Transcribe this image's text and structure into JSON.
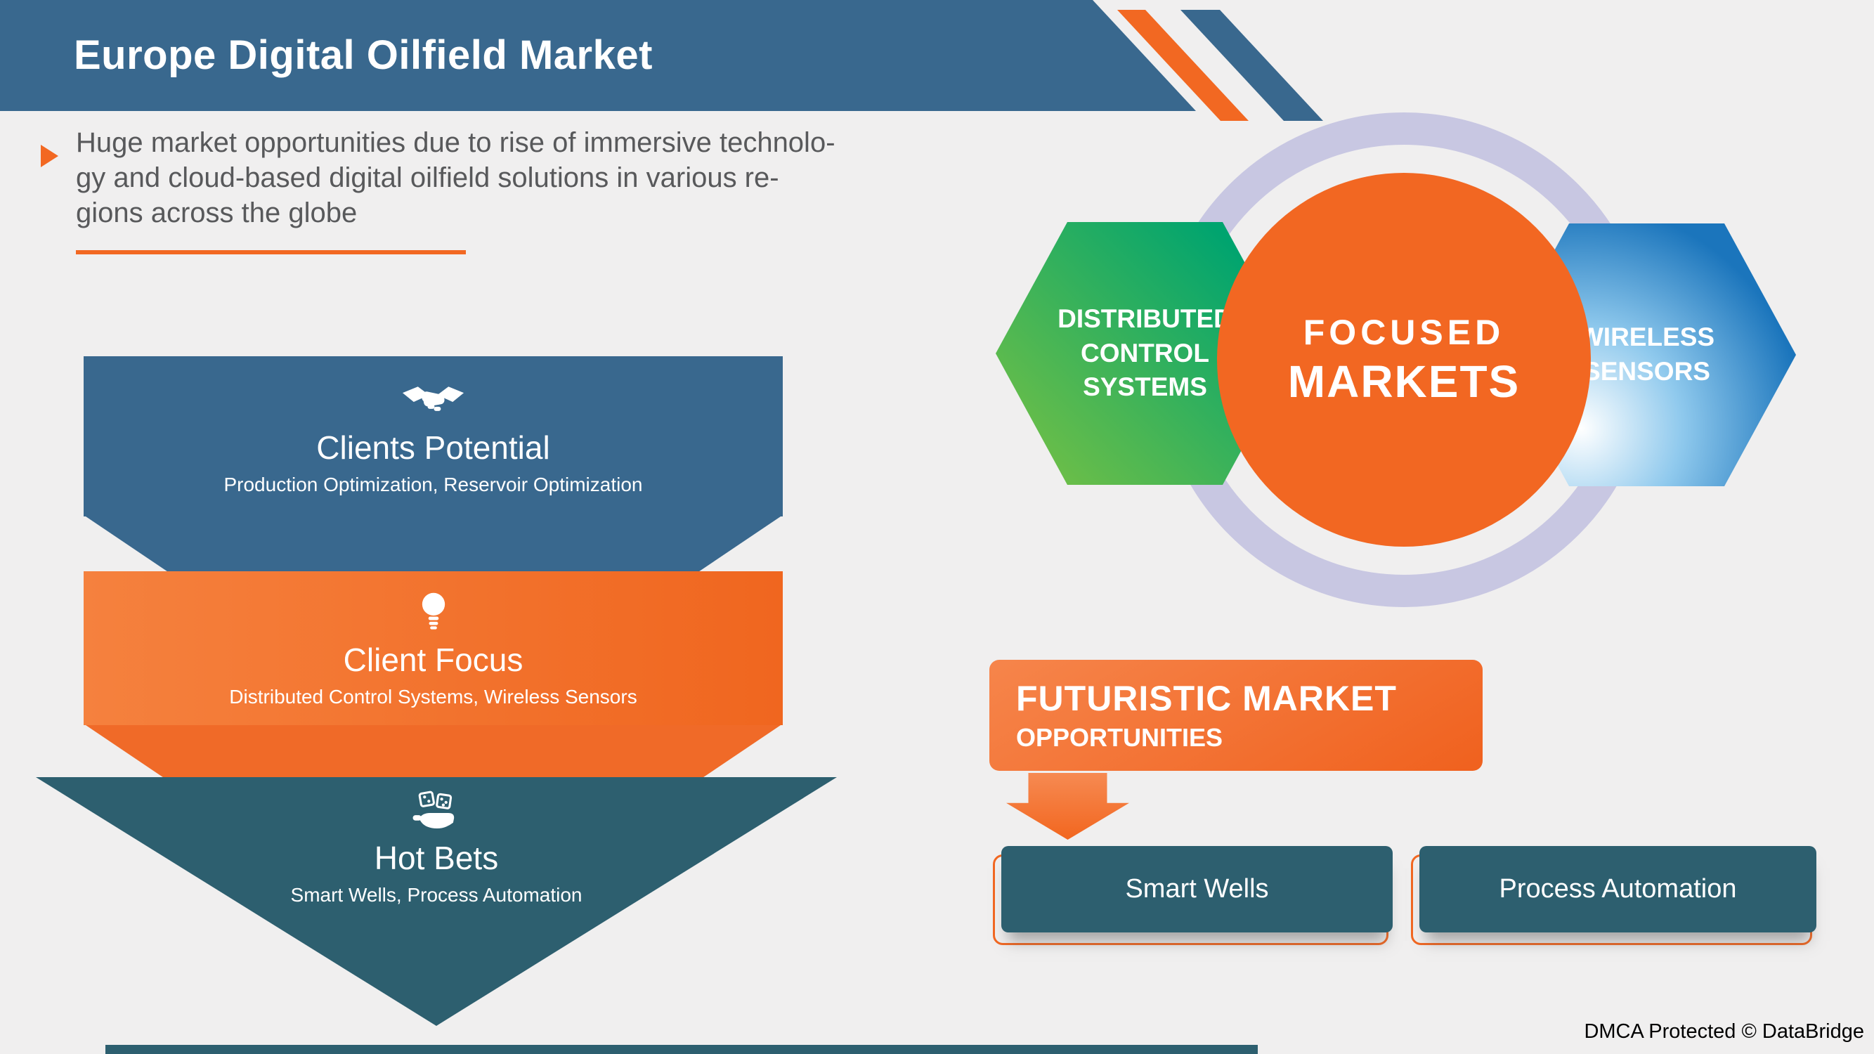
{
  "header": {
    "title": "Europe Digital Oilfield Market"
  },
  "intro": {
    "text": "Huge market opportunities due to rise of immersive technolo-\ngy and cloud-based digital oilfield solutions in various re-\ngions across the globe"
  },
  "funnel": {
    "items": [
      {
        "icon": "handshake-icon",
        "title": "Clients Potential",
        "subtitle": "Production Optimization, Reservoir Optimization"
      },
      {
        "icon": "lightbulb-icon",
        "title": "Client Focus",
        "subtitle": "Distributed Control Systems, Wireless Sensors"
      },
      {
        "icon": "dice-hand-icon",
        "title": "Hot Bets",
        "subtitle": "Smart Wells, Process Automation"
      }
    ]
  },
  "hex_diagram": {
    "left_hex_label": "DISTRIBUTED\nCONTROL\nSYSTEMS",
    "center_label_line1": "FOCUSED",
    "center_label_line2": "MARKETS",
    "right_hex_label": "WIRELESS\nSENSORS"
  },
  "futuristic": {
    "title": "FUTURISTIC MARKET",
    "subtitle": "OPPORTUNITIES",
    "items": [
      {
        "label": "Smart Wells"
      },
      {
        "label": "Process Automation"
      }
    ]
  },
  "footer": {
    "dmca": "DMCA Protected © DataBridge"
  },
  "colors": {
    "header_blue": "#39688E",
    "orange": "#F26822",
    "dark_teal": "#2D5F6F",
    "green_hex_from": "#7CC242",
    "green_hex_to": "#00A46F",
    "blue_hex": "#1B75BC",
    "ring_lavender": "#C8C7E2",
    "text_gray": "#58595B",
    "background": "#F0EFEF"
  }
}
